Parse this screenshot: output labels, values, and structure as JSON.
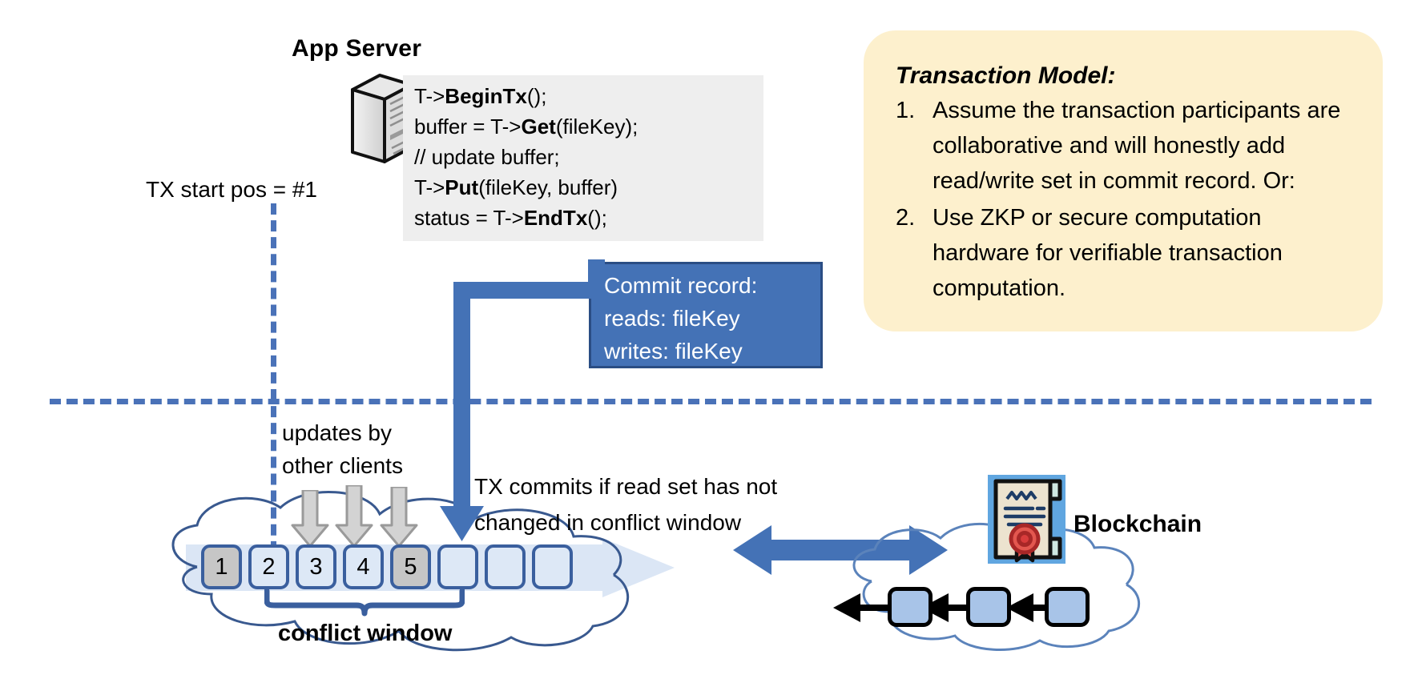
{
  "diagram": {
    "title": "Transactional log with conflict window over blockchain",
    "accent_blue": "#4472b6",
    "dashed_blue": "#4a72b8",
    "callout_bg": "#fdf0cd",
    "code_bg": "#eeeeee",
    "log_cell_bg": "#dde8f6",
    "log_cell_filled_bg": "#c6c6c6",
    "chain_block_bg": "#a8c4e8"
  },
  "app_server": {
    "title": "App Server",
    "icon": "server-tower-icon",
    "code": [
      {
        "pre": "T->",
        "bold": "BeginTx",
        "post": "();"
      },
      {
        "pre": "buffer = T->",
        "bold": "Get",
        "post": "(fileKey);"
      },
      {
        "pre": "// update buffer;",
        "bold": "",
        "post": ""
      },
      {
        "pre": "T->",
        "bold": "Put",
        "post": "(fileKey, buffer)"
      },
      {
        "pre": "status = T->",
        "bold": "EndTx",
        "post": "();"
      }
    ]
  },
  "commit_record": {
    "heading": "Commit record:",
    "reads": "reads: fileKey",
    "writes": "writes: fileKey"
  },
  "transaction_model": {
    "title": "Transaction Model:",
    "items": [
      {
        "num": "1.",
        "text": "Assume the transaction participants are collaborative and will honestly add read/write set in commit record.  Or:"
      },
      {
        "num": "2.",
        "text": "Use ZKP or secure computation hardware for verifiable transaction computation."
      }
    ]
  },
  "labels": {
    "tx_start_pos": "TX start pos = #1",
    "updates_by_other_clients_line1": "updates by",
    "updates_by_other_clients_line2": "other clients",
    "tx_commits_line1": "TX commits if read set has not",
    "tx_commits_line2": "changed in conflict window",
    "conflict_window": "conflict window",
    "blockchain": "Blockchain"
  },
  "log": {
    "cells": [
      {
        "label": "1",
        "filled": true
      },
      {
        "label": "2",
        "filled": false
      },
      {
        "label": "3",
        "filled": false
      },
      {
        "label": "4",
        "filled": false
      },
      {
        "label": "5",
        "filled": true
      },
      {
        "label": "",
        "filled": false
      },
      {
        "label": "",
        "filled": false
      },
      {
        "label": "",
        "filled": false
      }
    ],
    "update_arrow_count": 3,
    "commit_arrow_target": "5"
  },
  "blockchain": {
    "icon": "certificate-seal-icon",
    "block_count": 3
  }
}
